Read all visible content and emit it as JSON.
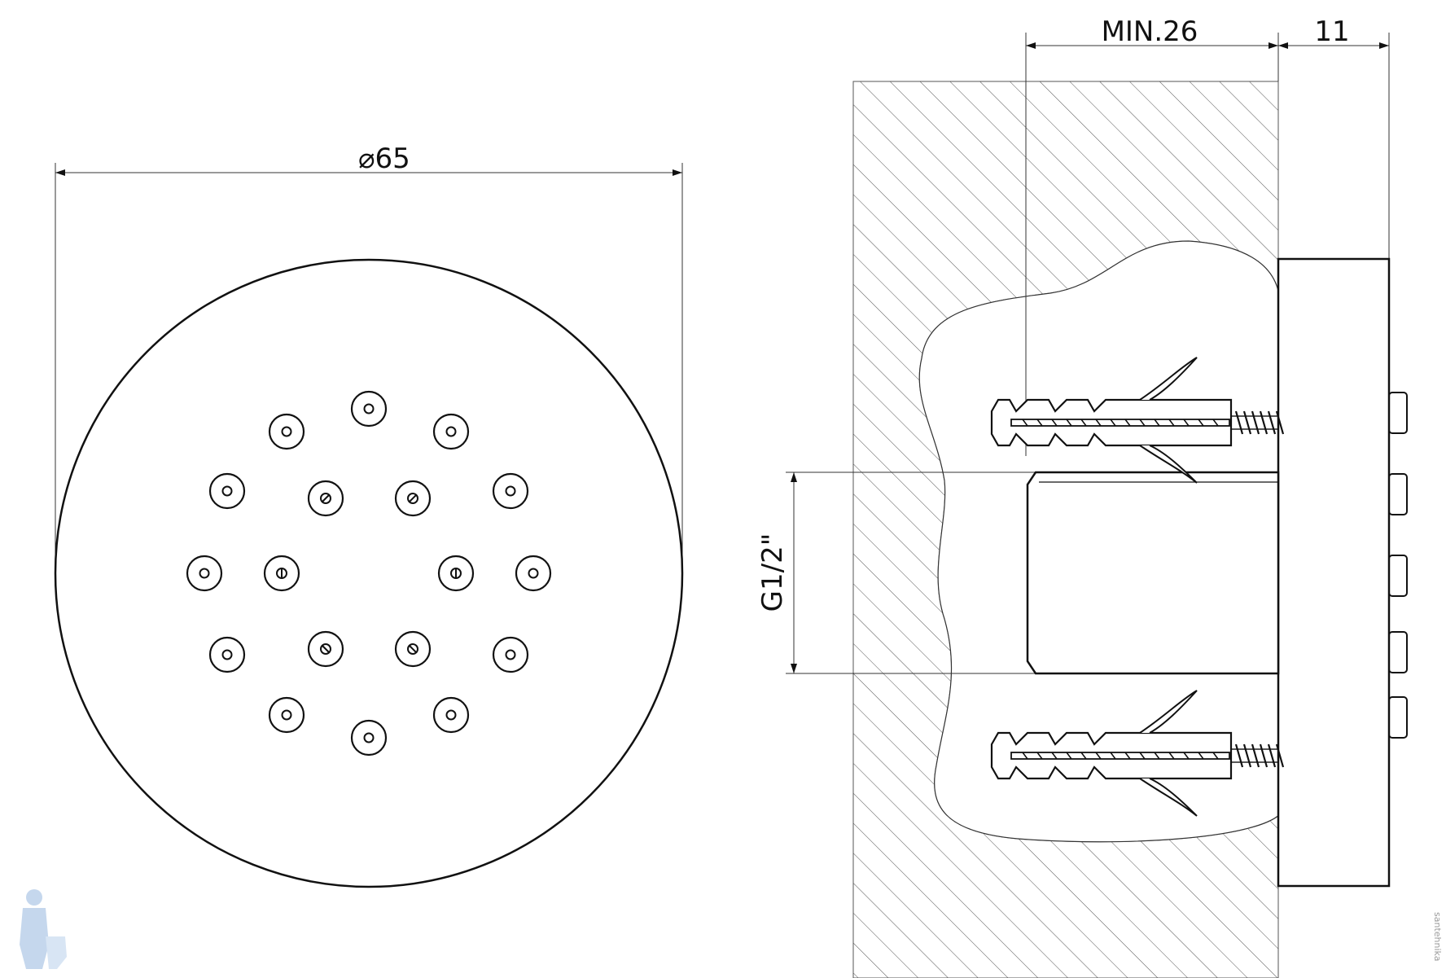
{
  "front_view": {
    "diameter_label": "65",
    "diameter_symbol": "⌀"
  },
  "side_view": {
    "depth_label": "MIN.26",
    "thickness_label": "11",
    "thread_label": "G1/2\""
  },
  "watermark": {
    "text": "santehnika"
  },
  "colors": {
    "line": "#111111",
    "hatch": "#555555",
    "background": "#ffffff"
  }
}
